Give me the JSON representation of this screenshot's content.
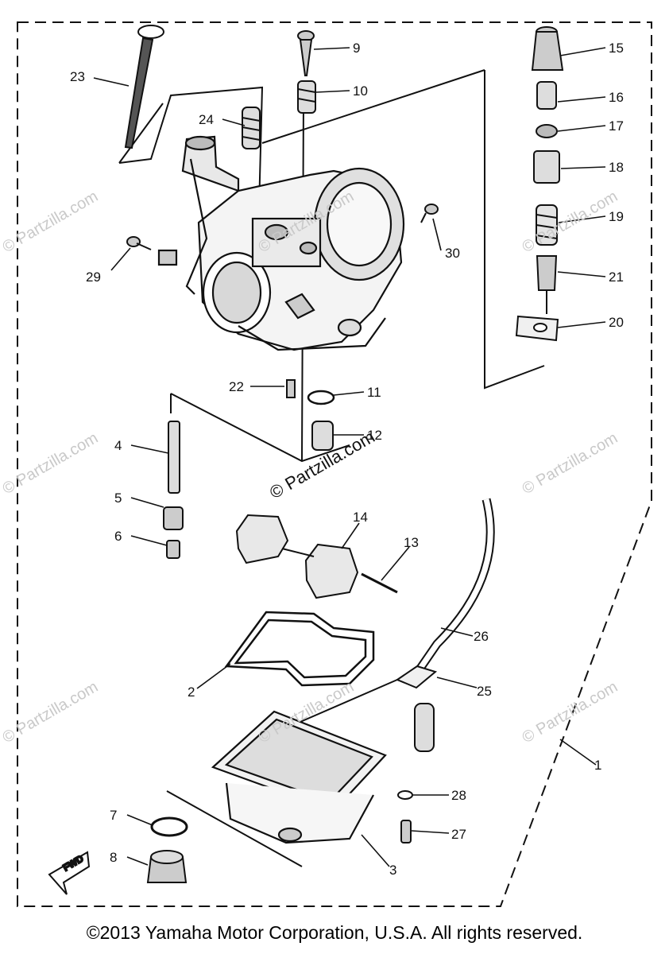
{
  "diagram": {
    "callouts": [
      "1",
      "2",
      "3",
      "4",
      "5",
      "6",
      "7",
      "8",
      "9",
      "10",
      "11",
      "12",
      "13",
      "14",
      "15",
      "16",
      "17",
      "18",
      "19",
      "20",
      "21",
      "22",
      "23",
      "24",
      "25",
      "26",
      "27",
      "28",
      "29",
      "30"
    ],
    "watermark": "© Partzilla.com",
    "watermark_center": "© Partzilla.com",
    "fwd_label": "FWD"
  },
  "footer": {
    "copyright": "©2013  Yamaha Motor Corporation, U.S.A. All rights reserved."
  }
}
